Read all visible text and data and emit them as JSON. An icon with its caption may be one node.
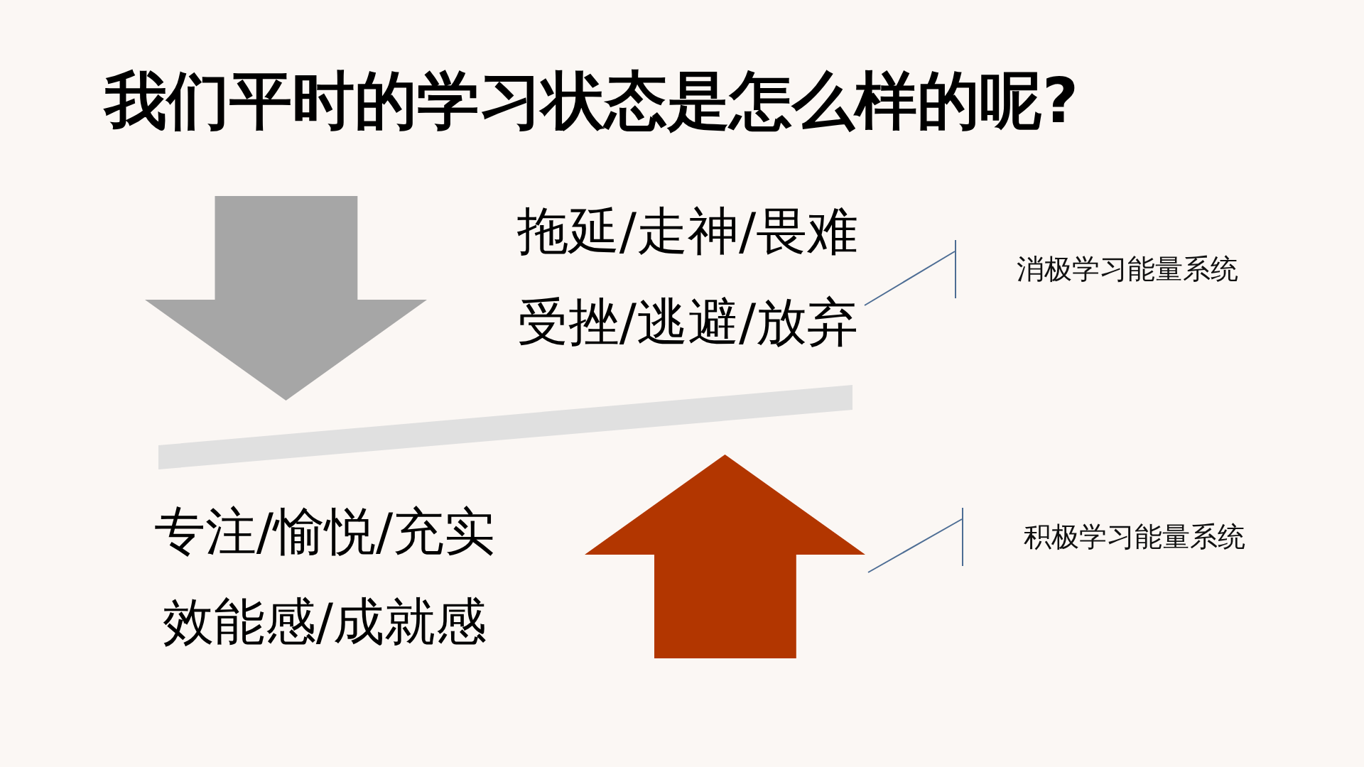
{
  "diagram": {
    "title": "我们平时的学习状态是怎么样的呢?",
    "nodes": [
      {
        "text": [],
        "shape": "arrow"
      },
      {
        "text": [
          "拖延/走神/畏难",
          "受挫/逃避/放弃"
        ]
      },
      {
        "text": [
          "消极学习能量系统"
        ]
      },
      {
        "text": [],
        "shape": "bar"
      },
      {
        "text": [
          "专注/愉悦/充实",
          "效能感/成就感"
        ]
      },
      {
        "text": [],
        "shape": "arrow"
      },
      {
        "text": [
          "积极学习能量系统"
        ]
      }
    ],
    "edges": [
      {
        "from": 2,
        "to": 1,
        "arrow": "none"
      },
      {
        "from": 6,
        "to": 5,
        "arrow": "none"
      }
    ]
  }
}
